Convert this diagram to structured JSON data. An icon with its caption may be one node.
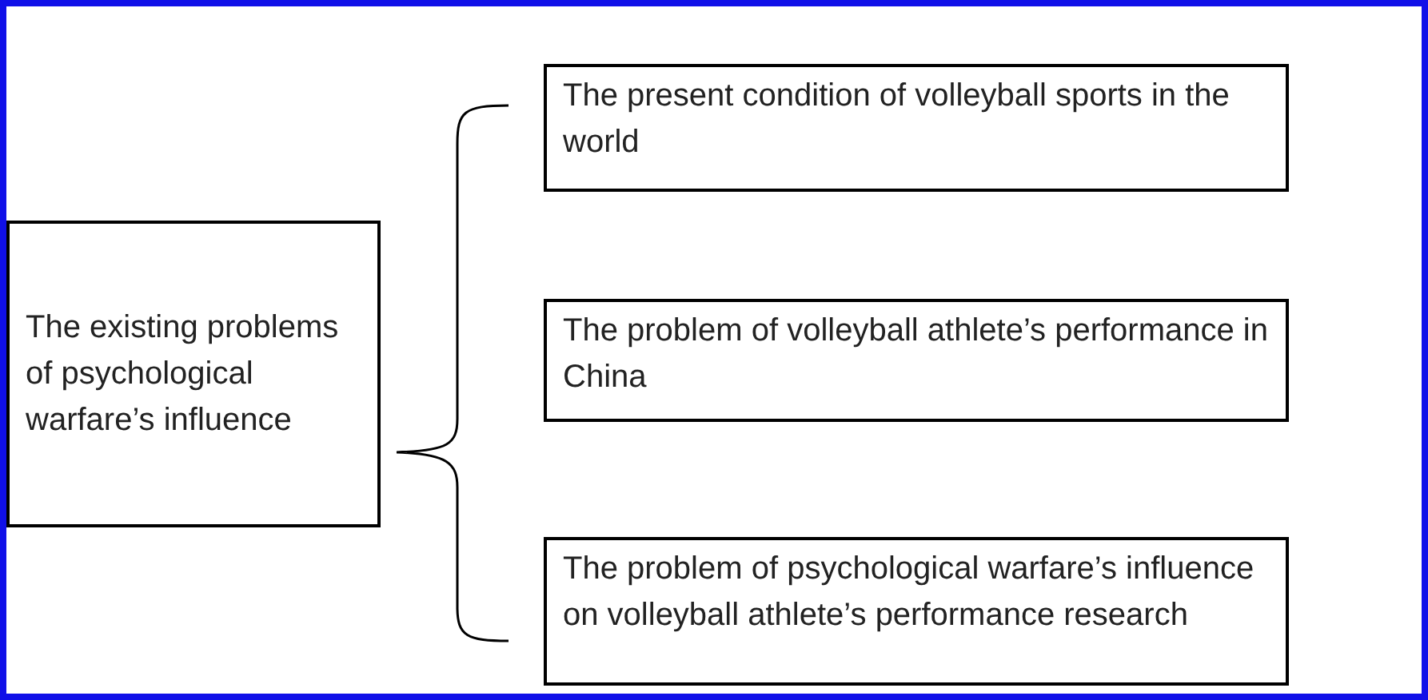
{
  "diagram": {
    "nodes": [
      {
        "text": [
          "The existing problems of psychological warfare’s influence"
        ]
      },
      {
        "text": [
          "The present condition of volleyball sports in the world"
        ]
      },
      {
        "text": [
          "The problem of volleyball athlete’s performance in China"
        ]
      },
      {
        "text": [
          "The problem of psychological warfare’s influence on volleyball athlete’s performance research"
        ]
      }
    ]
  }
}
